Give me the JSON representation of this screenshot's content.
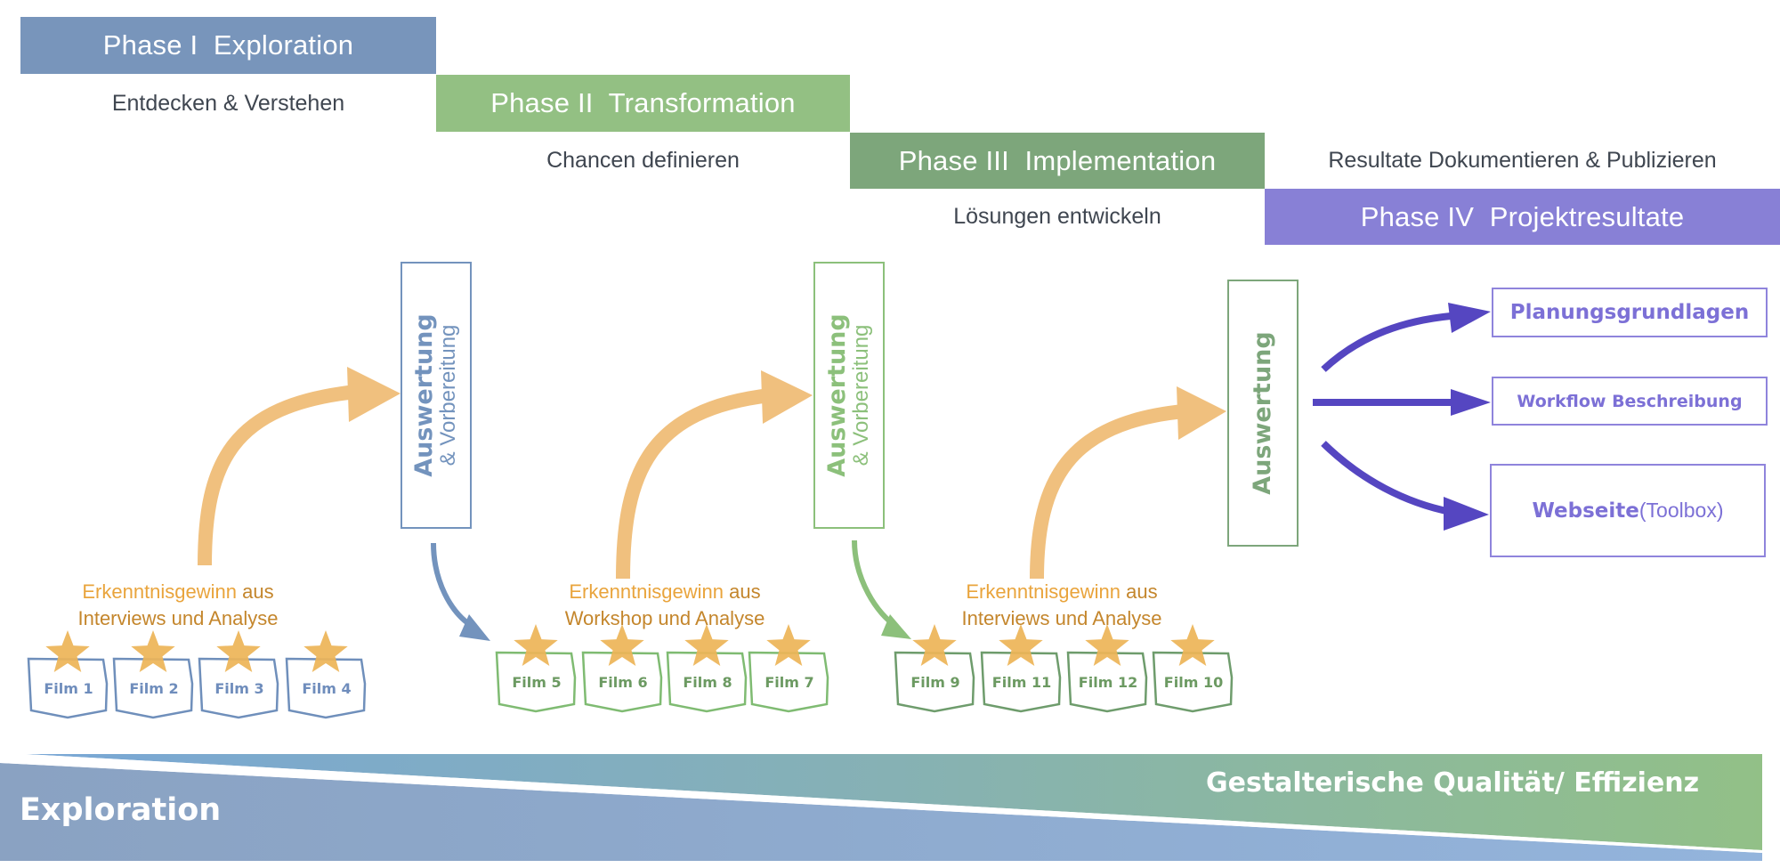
{
  "colors": {
    "phase1": "#7895bb",
    "phase2": "#93c083",
    "phase3": "#7da67b",
    "phase4": "#8880d6",
    "star": "#edb457",
    "arrow_orange": "#f0c07e",
    "arrow_blue": "#7393bd",
    "arrow_green": "#8cc07b",
    "arrow_purple": "#5546c1",
    "film_blue": "#6f8fbb",
    "film_green": "#7fbb72",
    "film_dark_green": "#6e9c6c",
    "film_text_blue": "#6f8dbc",
    "film_text_green": "#6c9a62"
  },
  "phases": [
    {
      "label": "Phase I  Exploration",
      "subtitle": "Entdecken & Verstehen"
    },
    {
      "label": "Phase II  Transformation",
      "subtitle": "Chancen definieren"
    },
    {
      "label": "Phase III  Implementation",
      "subtitle": "Lösungen entwickeln"
    },
    {
      "label": "Phase IV  Projektresultate",
      "subtitle": "Resultate Dokumentieren & Publizieren"
    }
  ],
  "evaluation_boxes": [
    {
      "main": "Auswertung",
      "sub": "& Vorbereitung"
    },
    {
      "main": "Auswertung",
      "sub": "& Vorbereitung"
    },
    {
      "main": "Auswertung",
      "sub": ""
    }
  ],
  "insights": [
    {
      "highlight": "Erkenntnisgewinn",
      "rest1": " aus",
      "line2": "Interviews und Analyse"
    },
    {
      "highlight": "Erkenntnisgewinn",
      "rest1": " aus",
      "line2": "Workshop und Analyse"
    },
    {
      "highlight": "Erkenntnisgewinn",
      "rest1": " aus",
      "line2": "Interviews und Analyse"
    }
  ],
  "film_groups": [
    {
      "films": [
        "Film 1",
        "Film 2",
        "Film 3",
        "Film 4"
      ]
    },
    {
      "films": [
        "Film 5",
        "Film 6",
        "Film 8",
        "Film 7"
      ]
    },
    {
      "films": [
        "Film 9",
        "Film 11",
        "Film 12",
        "Film 10"
      ]
    }
  ],
  "results": [
    {
      "bold": "Planungsgrundlagen",
      "normal": ""
    },
    {
      "bold": "Workflow Beschreibung",
      "normal": ""
    },
    {
      "bold": "Webseite",
      "normal": " (Toolbox)"
    }
  ],
  "bottom_band": {
    "left_label": "Exploration",
    "right_label": "Gestalterische Qualität/ Effizienz"
  }
}
